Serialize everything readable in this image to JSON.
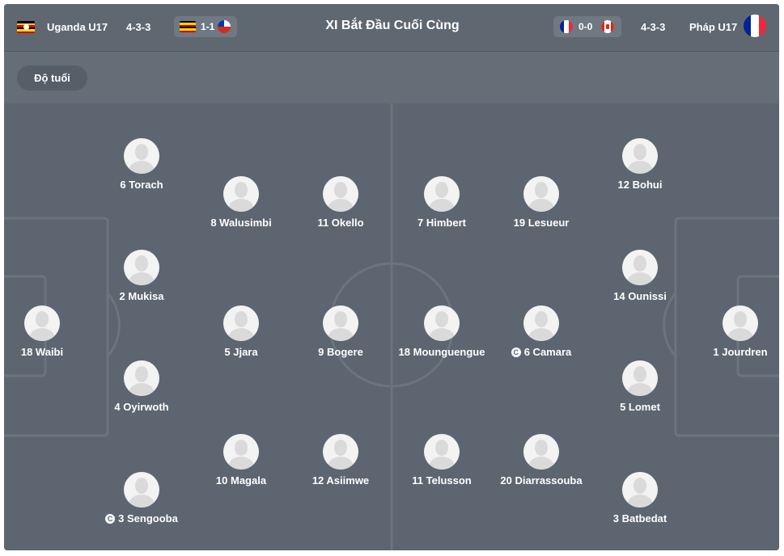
{
  "header": {
    "home_team": "Uganda U17",
    "home_formation": "4-3-3",
    "home_last_score": "1-1",
    "title": "XI Bắt Đầu Cuối Cùng",
    "away_last_score": "0-0",
    "away_formation": "4-3-3",
    "away_team": "Pháp U17"
  },
  "toolbar": {
    "age_button": "Độ tuổi"
  },
  "captain_icon_glyph": "C",
  "home_players": [
    {
      "label": "6 Torach",
      "captain": false
    },
    {
      "label": "8 Walusimbi",
      "captain": false
    },
    {
      "label": "11 Okello",
      "captain": false
    },
    {
      "label": "2 Mukisa",
      "captain": false
    },
    {
      "label": "18 Waibi",
      "captain": false
    },
    {
      "label": "5 Jjara",
      "captain": false
    },
    {
      "label": "9 Bogere",
      "captain": false
    },
    {
      "label": "4 Oyirwoth",
      "captain": false
    },
    {
      "label": "10 Magala",
      "captain": false
    },
    {
      "label": "12 Asiimwe",
      "captain": false
    },
    {
      "label": "3 Sengooba",
      "captain": true
    }
  ],
  "away_players": [
    {
      "label": "7 Himbert",
      "captain": false
    },
    {
      "label": "19 Lesueur",
      "captain": false
    },
    {
      "label": "12 Bohui",
      "captain": false
    },
    {
      "label": "14 Ounissi",
      "captain": false
    },
    {
      "label": "18 Mounguengue",
      "captain": false
    },
    {
      "label": "6 Camara",
      "captain": true
    },
    {
      "label": "1 Jourdren",
      "captain": false
    },
    {
      "label": "5 Lomet",
      "captain": false
    },
    {
      "label": "11 Telusson",
      "captain": false
    },
    {
      "label": "20 Diarrassouba",
      "captain": false
    },
    {
      "label": "3 Batbedat",
      "captain": false
    }
  ],
  "colors": {
    "pitch": "#5d6570",
    "header": "#5f6771",
    "pitch_lines": "#6c747e",
    "avatar": "#f3f3f3"
  }
}
